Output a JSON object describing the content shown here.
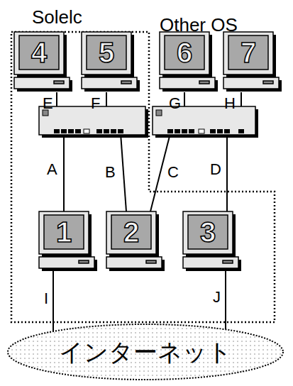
{
  "diagram": {
    "nodes": [
      {
        "text": [
          "Solelc"
        ]
      },
      {
        "text": [
          "4"
        ],
        "in": 0
      },
      {
        "text": [
          "5"
        ],
        "in": 0
      },
      {
        "text": [
          "6"
        ]
      },
      {
        "text": [
          "7"
        ]
      },
      {
        "text": [
          "1"
        ],
        "in": 0
      },
      {
        "text": [
          "2"
        ],
        "in": 0
      },
      {
        "text": [
          "3"
        ],
        "in": 0
      },
      {
        "text": [
          "インターネット"
        ]
      }
    ],
    "edges": [
      {
        "from": 5,
        "to": 8,
        "label": "I",
        "arrow": "none"
      },
      {
        "from": 7,
        "to": 8,
        "label": "J",
        "arrow": "none"
      }
    ],
    "labels": [
      "Other OS",
      "E",
      "F",
      "G",
      "H",
      "A",
      "B",
      "C",
      "D"
    ]
  }
}
